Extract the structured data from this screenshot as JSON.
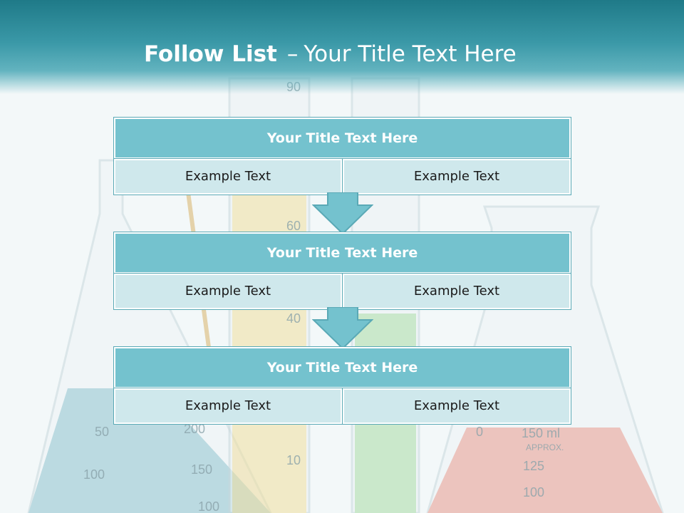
{
  "slide": {
    "title_bold": "Follow List",
    "title_separator": "–",
    "title_rest": "Your Title Text Here"
  },
  "blocks": [
    {
      "title": "Your Title Text Here",
      "left": "Example Text",
      "right": "Example Text"
    },
    {
      "title": "Your Title Text Here",
      "left": "Example Text",
      "right": "Example Text"
    },
    {
      "title": "Your Title Text Here",
      "left": "Example Text",
      "right": "Example Text"
    }
  ],
  "background": {
    "glass_scale_labels": [
      "90",
      "60",
      "40",
      "10",
      "50",
      "100",
      "150",
      "200",
      "100",
      "150 ml",
      "APPROX.",
      "125",
      "100",
      "0"
    ]
  },
  "colors": {
    "header": "#3a98a7",
    "block_title": "#74c2ce",
    "block_cell": "#cfe8ec",
    "arrow": "#74c2ce"
  }
}
